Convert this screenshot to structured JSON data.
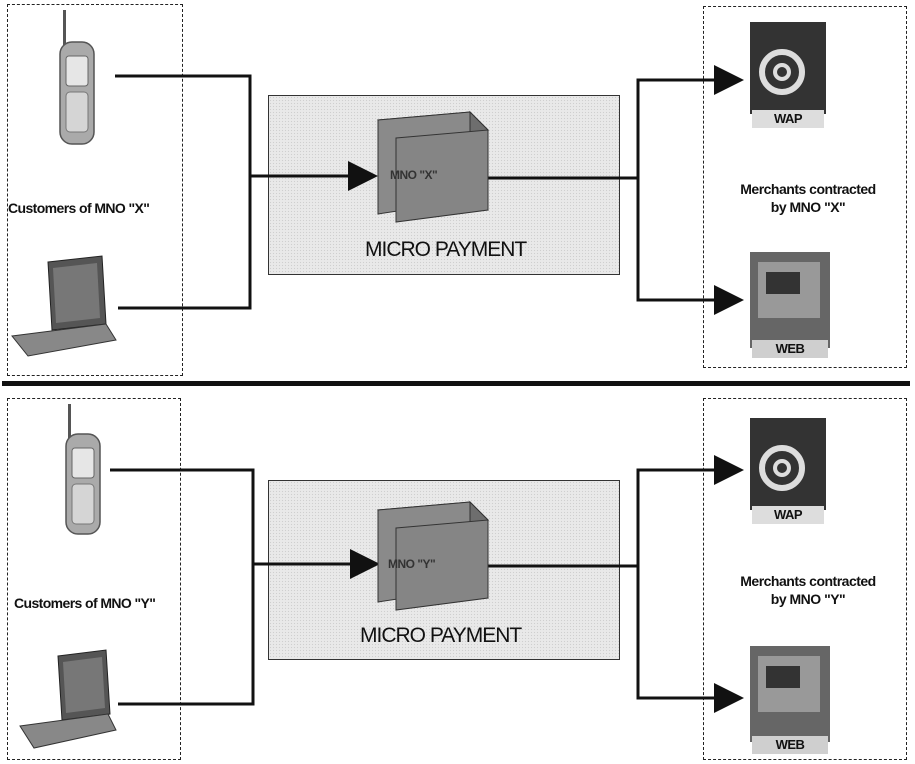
{
  "panels": [
    {
      "customers_label": "Customers of MNO \"X\"",
      "operator_label": "MNO \"X\"",
      "payment_label": "MICRO PAYMENT",
      "merchants_line1": "Merchants contracted",
      "merchants_line2": "by MNO \"X\"",
      "wap_label": "WAP",
      "web_label": "WEB"
    },
    {
      "customers_label": "Customers of MNO \"Y\"",
      "operator_label": "MNO \"Y\"",
      "payment_label": "MICRO PAYMENT",
      "merchants_line1": "Merchants contracted",
      "merchants_line2": "by MNO \"Y\"",
      "wap_label": "WAP",
      "web_label": "WEB"
    }
  ],
  "icons": {
    "customer_devices": [
      "mobile-phone-icon",
      "laptop-icon"
    ],
    "merchant_channels": [
      "wap-icon",
      "web-icon"
    ],
    "operator": "mno-cube-icon"
  }
}
